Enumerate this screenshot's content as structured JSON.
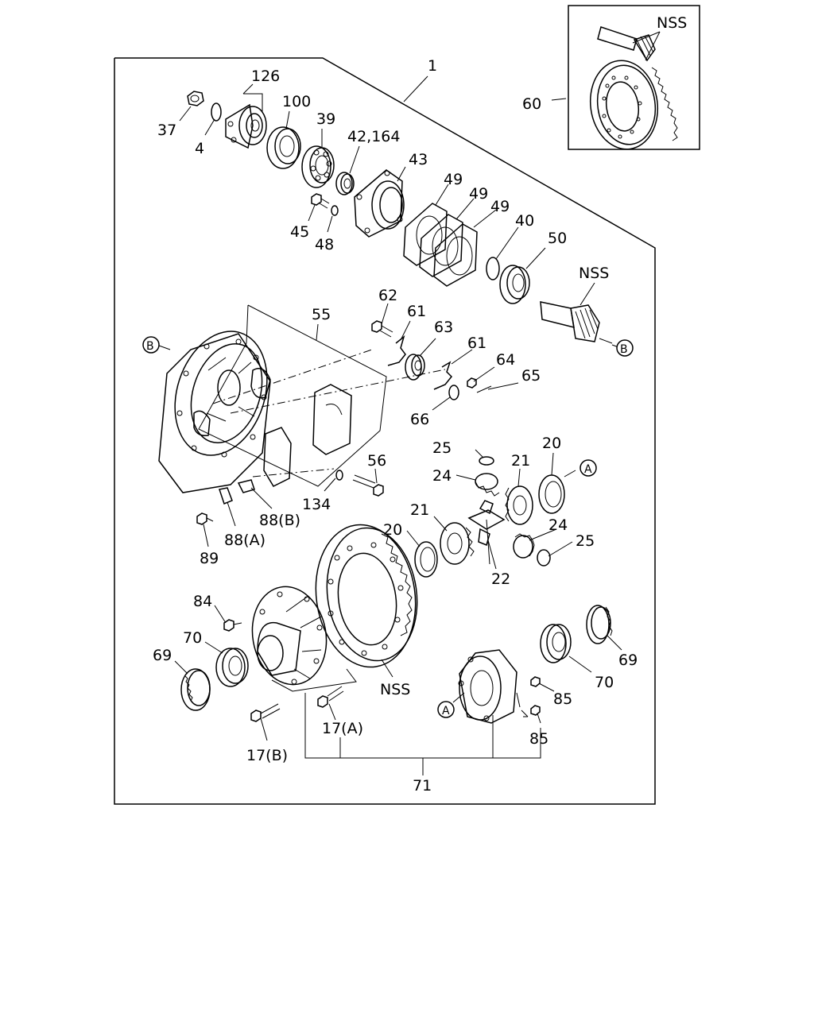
{
  "diagram": {
    "labels": {
      "l1": "1",
      "l126": "126",
      "l37": "37",
      "l4": "4",
      "l100": "100",
      "l39": "39",
      "l42": "42,164",
      "l43": "43",
      "l45": "45",
      "l48": "48",
      "l49a": "49",
      "l49b": "49",
      "l49c": "49",
      "l40": "40",
      "l50": "50",
      "lnss_pinion": "NSS",
      "l60": "60",
      "lnss_inset": "NSS",
      "lB1": "B",
      "lB2": "B",
      "l55": "55",
      "l62": "62",
      "l61a": "61",
      "l63": "63",
      "l61b": "61",
      "l64": "64",
      "l65": "65",
      "l66": "66",
      "l56": "56",
      "l134": "134",
      "l88b": "88(B)",
      "l88a": "88(A)",
      "l89": "89",
      "l25a": "25",
      "l20a": "20",
      "l21a": "21",
      "lA1": "A",
      "l24a": "24",
      "l21b": "21",
      "l20b": "20",
      "l24b": "24",
      "l25b": "25",
      "l22": "22",
      "l84": "84",
      "l70a": "70",
      "l69a": "69",
      "lnss_ring": "NSS",
      "l17b": "17(B)",
      "l17a": "17(A)",
      "lA2": "A",
      "l85a": "85",
      "l85b": "85",
      "l70b": "70",
      "l69b": "69",
      "l71": "71"
    }
  }
}
